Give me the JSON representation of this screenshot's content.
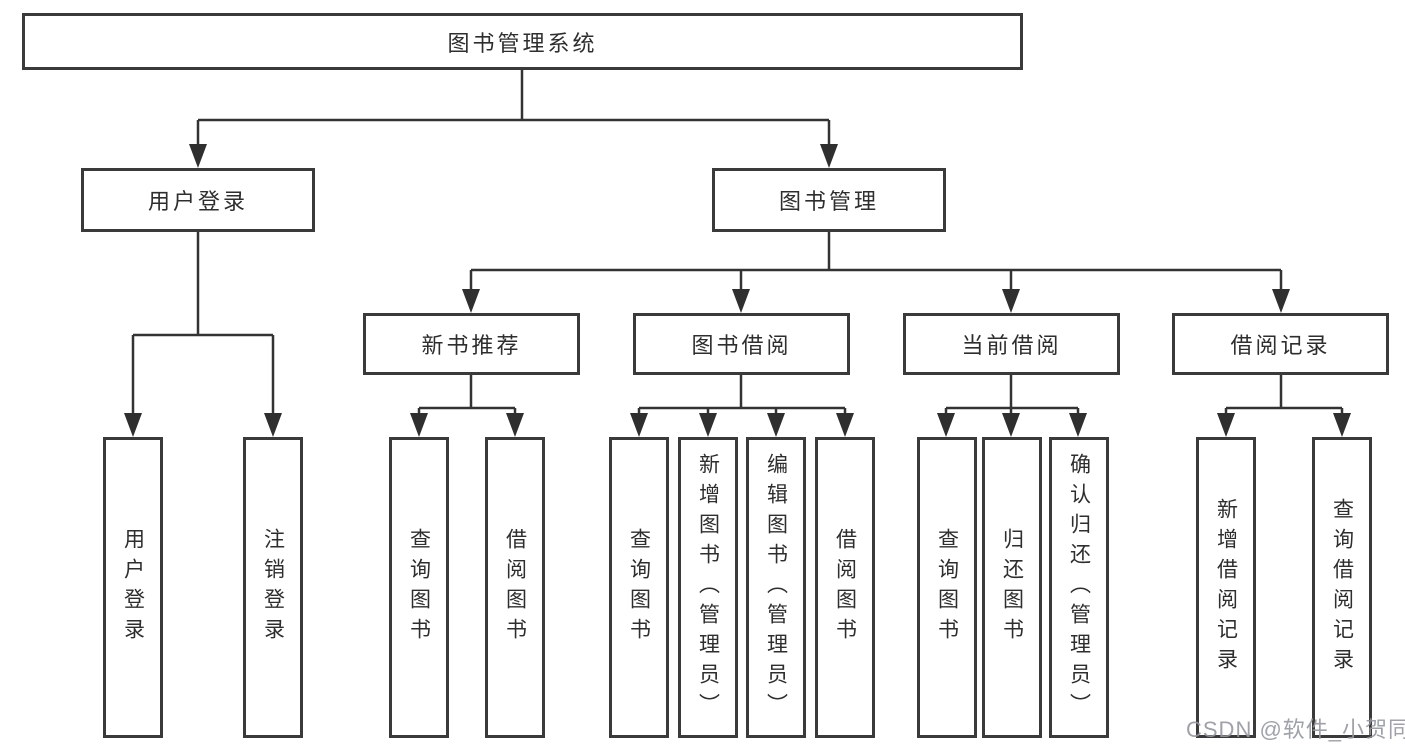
{
  "diagram": {
    "root": {
      "label": "图书管理系统"
    },
    "branches": [
      {
        "label": "用户登录",
        "children": [
          {
            "label": "用户登录"
          },
          {
            "label": "注销登录"
          }
        ]
      },
      {
        "label": "图书管理",
        "children": [
          {
            "label": "新书推荐",
            "children": [
              {
                "label": "查询图书"
              },
              {
                "label": "借阅图书"
              }
            ]
          },
          {
            "label": "图书借阅",
            "children": [
              {
                "label": "查询图书"
              },
              {
                "label": "新增图书（管理员）"
              },
              {
                "label": "编辑图书（管理员）"
              },
              {
                "label": "借阅图书"
              }
            ]
          },
          {
            "label": "当前借阅",
            "children": [
              {
                "label": "查询图书"
              },
              {
                "label": "归还图书"
              },
              {
                "label": "确认归还（管理员）"
              }
            ]
          },
          {
            "label": "借阅记录",
            "children": [
              {
                "label": "新增借阅记录"
              },
              {
                "label": "查询借阅记录"
              }
            ]
          }
        ]
      }
    ]
  },
  "watermark": "CSDN @软件_小贺同学",
  "colors": {
    "line": "#333333",
    "box_border": "#3a3a3a",
    "text": "#2e2e2e",
    "watermark": "#94989e",
    "background": "#ffffff"
  }
}
